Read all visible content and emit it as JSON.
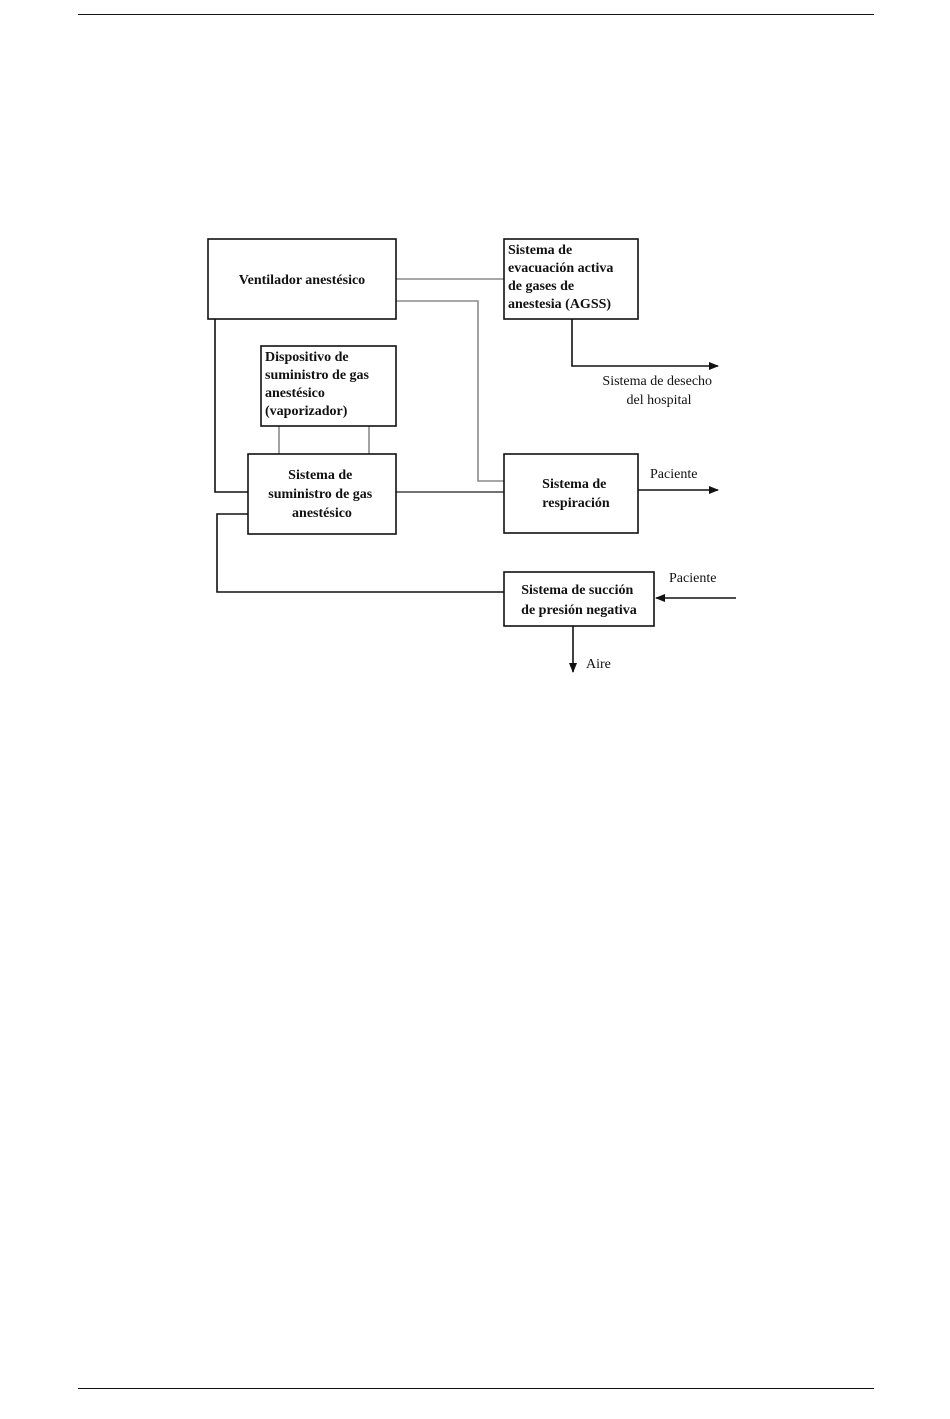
{
  "nodes": {
    "ventilador": {
      "lines": [
        "Ventilador anestésico"
      ]
    },
    "agss": {
      "lines": [
        "Sistema de",
        "evacuación activa",
        "de gases de",
        "anestesia (AGSS)"
      ]
    },
    "dispositivo": {
      "lines": [
        "Dispositivo de",
        "suministro de gas",
        "anestésico",
        "(vaporizador)"
      ]
    },
    "suministro": {
      "lines": [
        "Sistema de",
        "suministro de gas",
        "anestésico"
      ]
    },
    "respiracion": {
      "lines": [
        "Sistema de",
        "respiración"
      ]
    },
    "succion": {
      "lines": [
        "Sistema de succión",
        "de presión negativa"
      ]
    }
  },
  "edge_labels": {
    "hospital": {
      "lines": [
        "Sistema de desecho",
        "del hospital"
      ]
    },
    "paciente_out": {
      "lines": [
        "Paciente"
      ]
    },
    "paciente_in": {
      "lines": [
        "Paciente"
      ]
    },
    "aire": {
      "lines": [
        "Aire"
      ]
    }
  }
}
